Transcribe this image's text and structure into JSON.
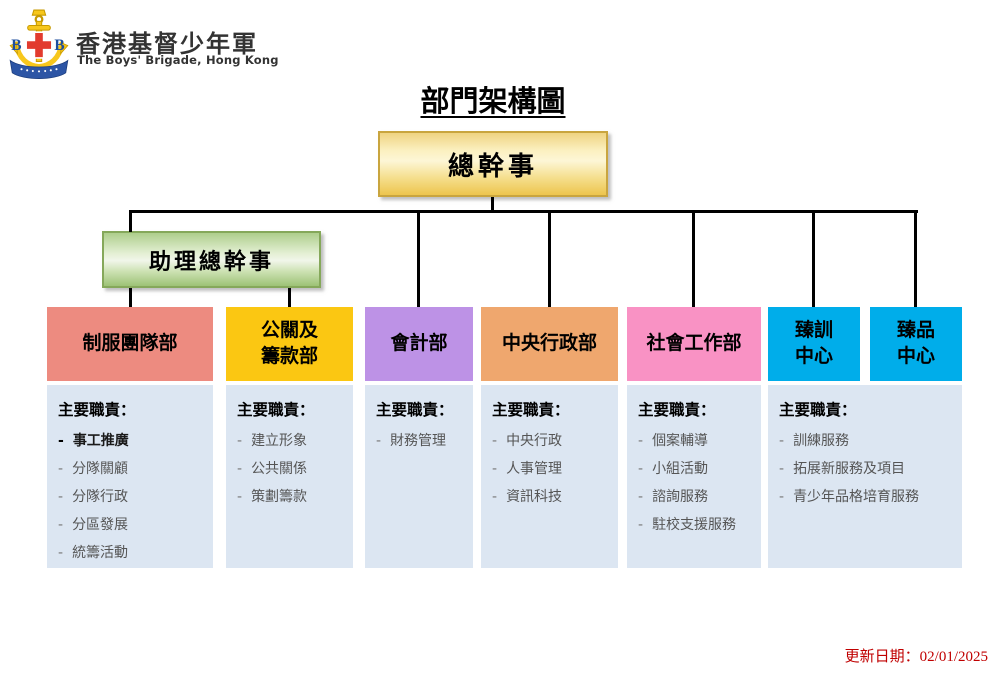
{
  "brand": {
    "logo_icon": "boys-brigade-anchor-crest",
    "logo_letters": [
      "B",
      "B"
    ],
    "logo_ribbon_text": "香港基督少年軍",
    "name_zh": "香港基督少年軍",
    "name_en": "The Boys' Brigade, Hong Kong"
  },
  "page_title": "部門架構圖",
  "org": {
    "root": {
      "label": "總幹事"
    },
    "assistant": {
      "label": "助理總幹事"
    },
    "duties_heading": "主要職責：",
    "departments": [
      {
        "label": "制服團隊部",
        "header_color": "#ED8B80",
        "duties": [
          "事工推廣",
          "分隊關顧",
          "分隊行政",
          "分區發展",
          "統籌活動"
        ]
      },
      {
        "label": "公關及\n籌款部",
        "header_color": "#FBC712",
        "duties": [
          "建立形象",
          "公共關係",
          "策劃籌款"
        ]
      },
      {
        "label": "會計部",
        "header_color": "#BD92E6",
        "duties": [
          "財務管理"
        ]
      },
      {
        "label": "中央行政部",
        "header_color": "#EFA76E",
        "duties": [
          "中央行政",
          "人事管理",
          "資訊科技"
        ]
      },
      {
        "label": "社會工作部",
        "header_color": "#F992C4",
        "duties": [
          "個案輔導",
          "小組活動",
          "諮詢服務",
          "駐校支援服務"
        ]
      },
      {
        "label": "臻訓\n中心",
        "header_color": "#00ADEA"
      },
      {
        "label": "臻品\n中心",
        "header_color": "#00ADEA"
      }
    ],
    "shared_duties": {
      "applies_to": [
        "臻訓中心",
        "臻品中心"
      ],
      "duties": [
        "訓練服務",
        "拓展新服務及項目",
        "青少年品格培育服務"
      ]
    }
  },
  "footer": {
    "updated": "更新日期：02/01/2025"
  },
  "colors": {
    "body_bg": "#DCE6F2",
    "connector": "#000000",
    "root_gold": "#EDC54E",
    "assistant_green": "#9DC276",
    "date_red": "#C00000"
  }
}
